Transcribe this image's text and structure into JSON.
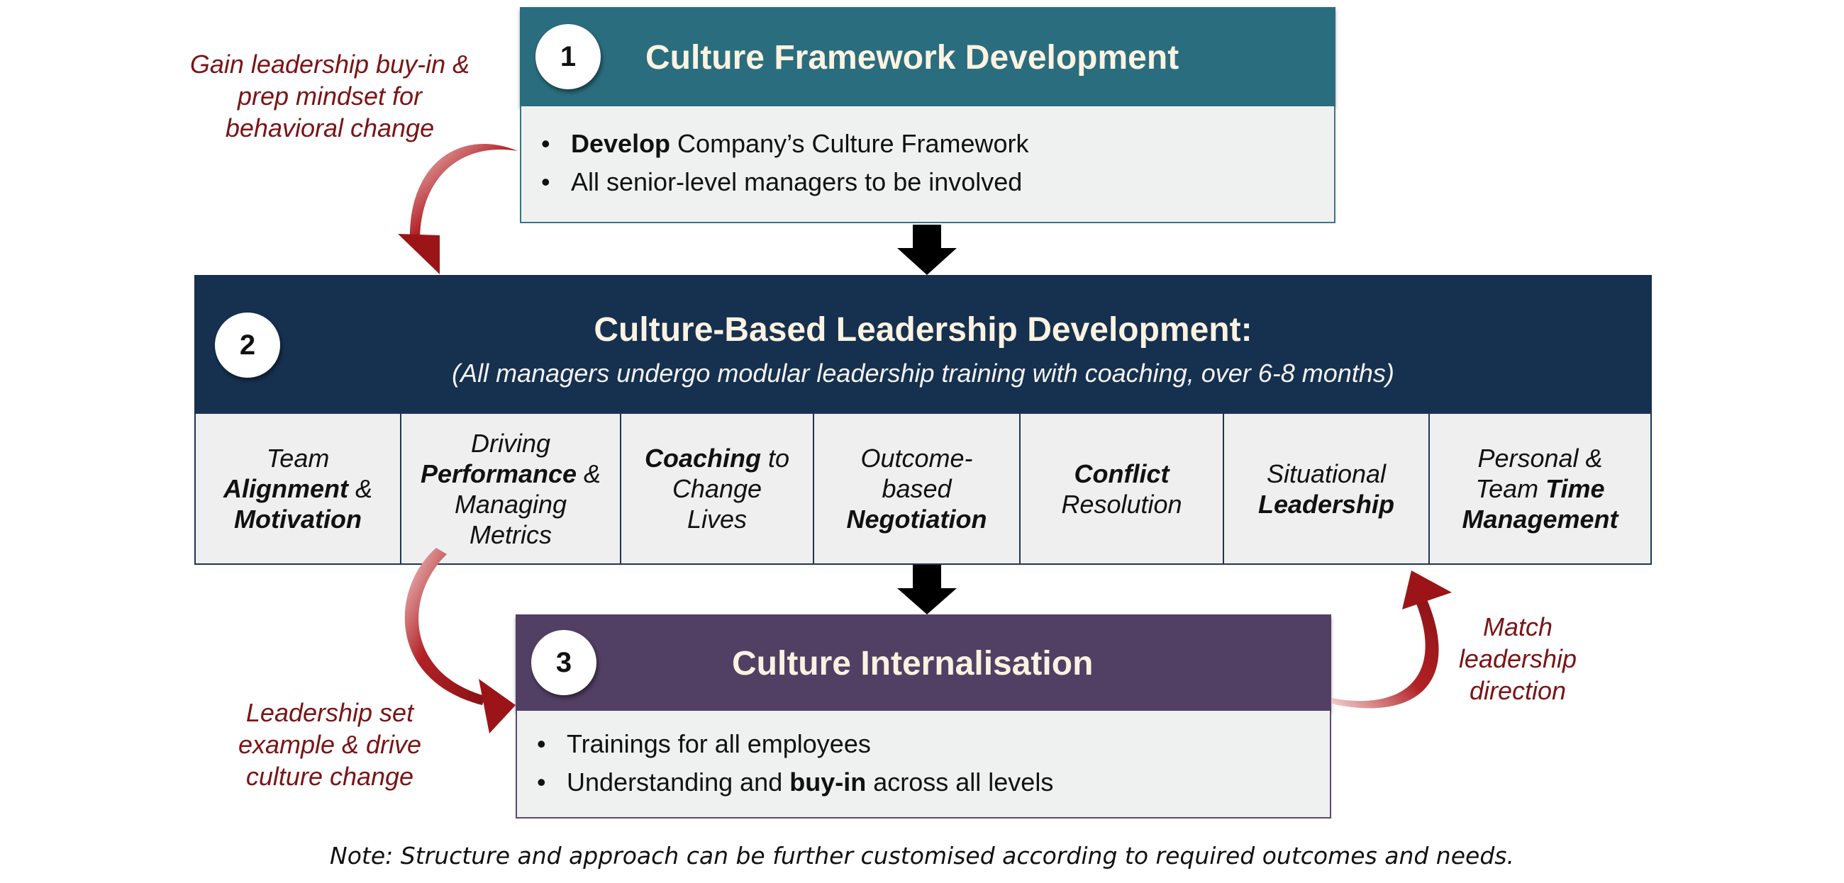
{
  "section1": {
    "number": "1",
    "title": "Culture Framework Development",
    "bullet1_bold": "Develop",
    "bullet1_rest": " Company’s Culture Framework",
    "bullet2": "All senior-level managers to be involved"
  },
  "section2": {
    "number": "2",
    "title": "Culture-Based Leadership Development:",
    "subtitle": "(All managers undergo modular leadership training with coaching, over 6-8 months)",
    "modules": [
      {
        "l1": "Team",
        "l2b": "Alignment",
        "l2r": " &",
        "l3b": "Motivation"
      },
      {
        "l1": "Driving",
        "l2b": "Performance",
        "l2r": " &",
        "l3": "Managing",
        "l4": "Metrics"
      },
      {
        "l1b": "Coaching",
        "l1r": " to",
        "l2": "Change",
        "l3": "Lives"
      },
      {
        "l1": "Outcome-",
        "l2": "based",
        "l3b": "Negotiation"
      },
      {
        "l1b": "Conflict",
        "l2": "Resolution"
      },
      {
        "l1": "Situational",
        "l2b": "Leadership"
      },
      {
        "l1": "Personal &",
        "l2r": "Team ",
        "l2b": "Time",
        "l3b": "Management"
      }
    ]
  },
  "section3": {
    "number": "3",
    "title": "Culture Internalisation",
    "bullet1": "Trainings for all employees",
    "bullet2_pre": "Understanding and ",
    "bullet2_bold": "buy-in",
    "bullet2_post": " across all levels"
  },
  "annotations": {
    "top_left": [
      "Gain leadership buy-in &",
      "prep mindset for",
      "behavioral change"
    ],
    "bottom_left": [
      "Leadership set",
      "example & drive",
      "culture change"
    ],
    "right": [
      "Match",
      "leadership",
      "direction"
    ]
  },
  "note": "Note: Structure and approach can be further customised according to required outcomes and needs.",
  "colors": {
    "section1": "#2a6d7e",
    "section2": "#16304f",
    "section3": "#523f64",
    "annotation": "#7a1416",
    "curved_arrow": "#9b1518"
  }
}
